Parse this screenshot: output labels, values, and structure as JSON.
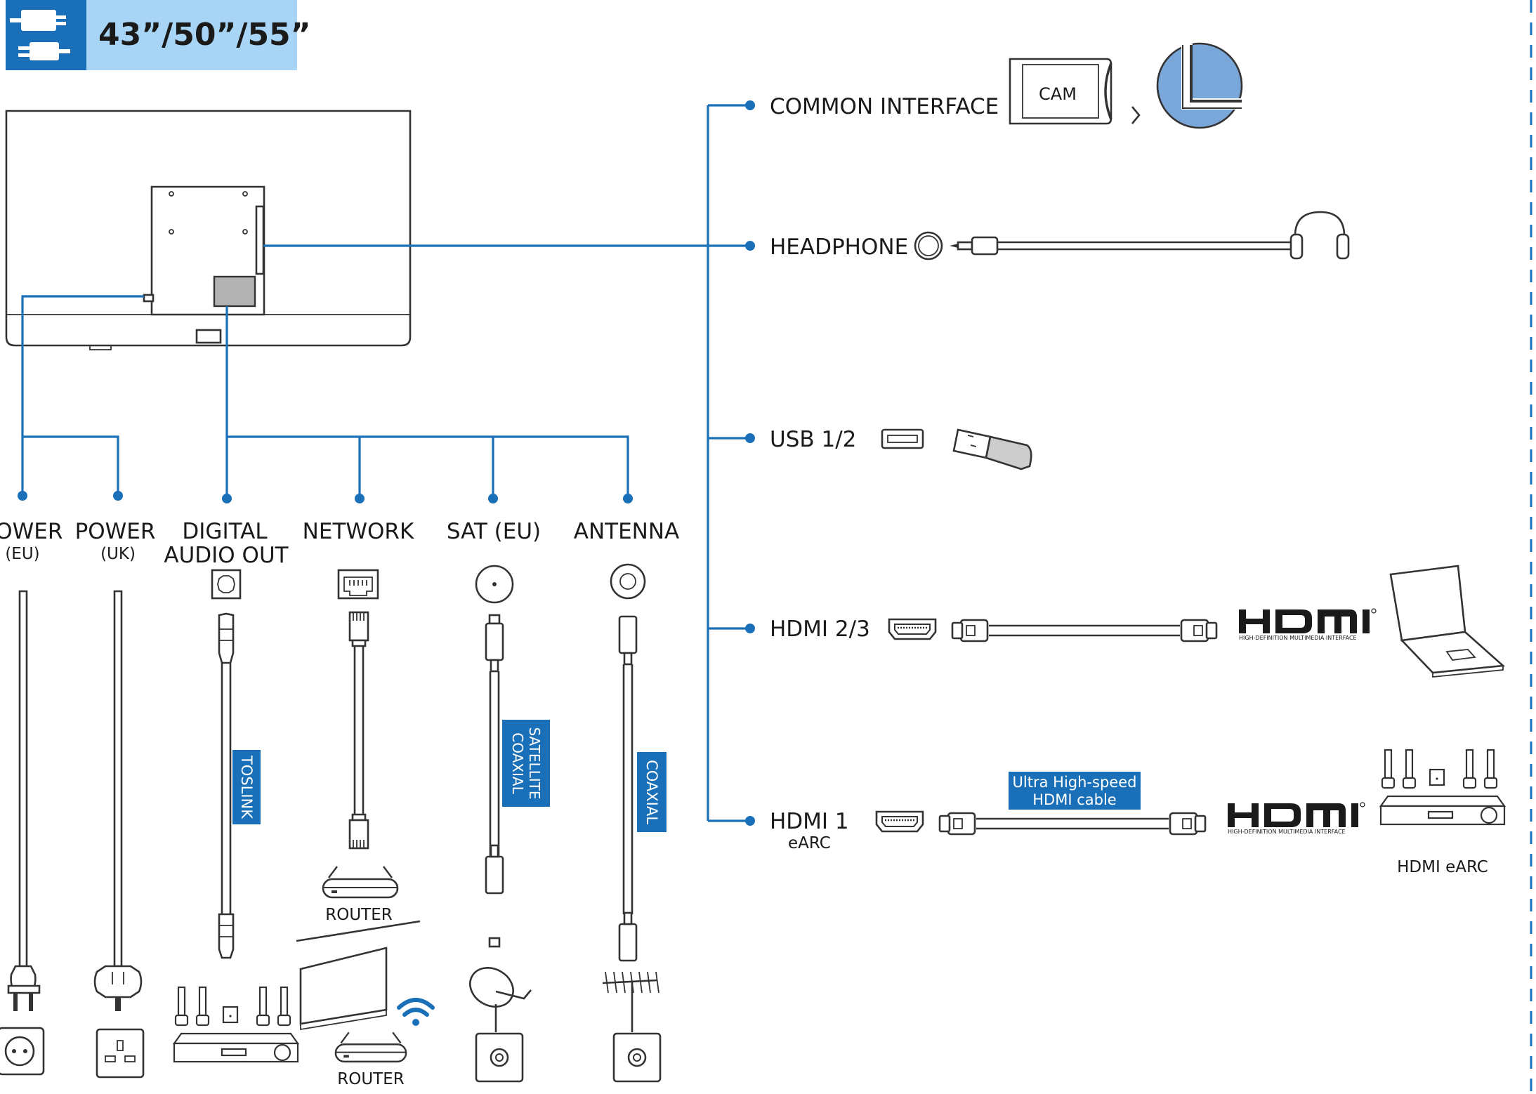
{
  "header": {
    "size_label": "43”/50”/55”",
    "header_icon": "cable-icon"
  },
  "colors": {
    "accent": "#1a70b8",
    "header_bg": "#a8d5f5",
    "ink": "#333333",
    "card_fill": "#7aa7d9"
  },
  "bottom_ports": [
    {
      "id": "power-eu",
      "label": "POWER",
      "sub": "(EU)"
    },
    {
      "id": "power-uk",
      "label": "POWER",
      "sub": "(UK)"
    },
    {
      "id": "digital-audio-out",
      "label": "DIGITAL",
      "label2": "AUDIO OUT",
      "cable_tag": "TOSLINK"
    },
    {
      "id": "network",
      "label": "NETWORK",
      "device_caption": "ROUTER",
      "device_caption_2": "ROUTER"
    },
    {
      "id": "sat-eu",
      "label": "SAT (EU)",
      "cable_tag_1": "SATELLITE",
      "cable_tag_2": "COAXIAL"
    },
    {
      "id": "antenna",
      "label": "ANTENNA",
      "cable_tag": "COAXIAL"
    }
  ],
  "side_ports": [
    {
      "id": "common-interface",
      "label": "COMMON INTERFACE",
      "card_text": "CAM"
    },
    {
      "id": "headphone",
      "label": "HEADPHONE"
    },
    {
      "id": "usb",
      "label": "USB 1/2"
    },
    {
      "id": "hdmi23",
      "label": "HDMI 2/3",
      "logo": "HDMI",
      "logo_sub": "HIGH-DEFINITION MULTIMEDIA INTERFACE"
    },
    {
      "id": "hdmi1",
      "label": "HDMI 1",
      "sub": "eARC",
      "cable_note_1": "Ultra High-speed",
      "cable_note_2": "HDMI cable",
      "logo": "HDMI",
      "logo_sub": "HIGH-DEFINITION MULTIMEDIA INTERFACE",
      "device_caption": "HDMI eARC"
    }
  ]
}
